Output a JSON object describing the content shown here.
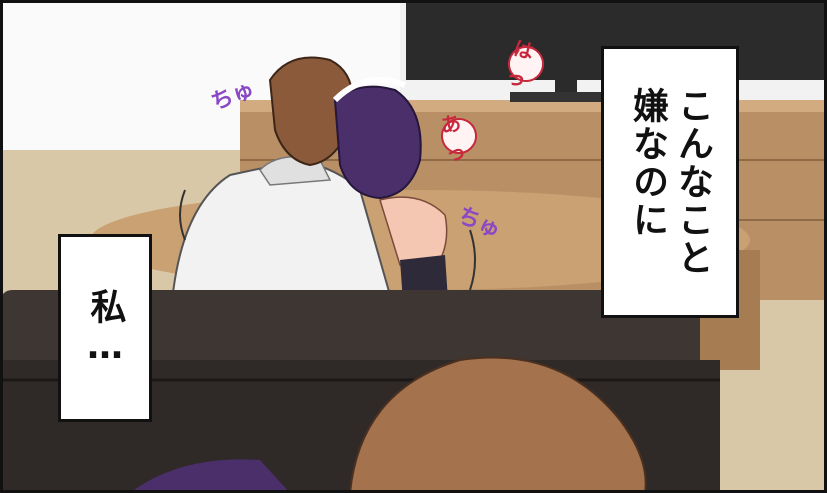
{
  "captions": {
    "right": "こんなこと\n嫌なのに",
    "left": "私…"
  },
  "sound_effects": {
    "chu_top": "ちゅ",
    "chu_right": "ちゅ",
    "ha": "はっ",
    "a": "あっ"
  },
  "colors": {
    "wall": "#f2f2f2",
    "floor": "#d9c8a8",
    "cabinet": "#b99066",
    "tv": "#2b2b2b",
    "sofa": "#3e3633",
    "man_hair": "#8a5a3a",
    "maid_hair": "#4a2f6b",
    "shirt": "#f2f2f2",
    "skin": "#f4c7b2",
    "fg_hair": "#a4724c",
    "sfx_purple": "#8a48c4",
    "sfx_red": "#c8283c"
  }
}
